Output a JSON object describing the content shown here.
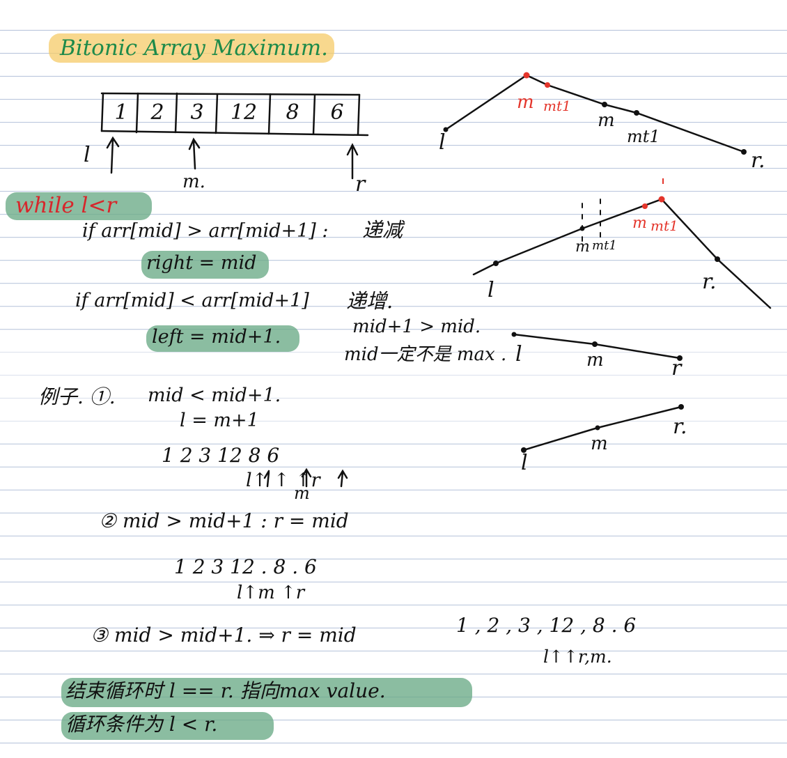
{
  "title": "Bitonic Array Maximum.",
  "array": {
    "cells": [
      "1",
      "2",
      "3",
      "12",
      "8",
      "6"
    ],
    "pointers": {
      "left": "l",
      "mid": "m.",
      "right": "r"
    }
  },
  "code": {
    "while_line": "while l<r",
    "if1": "if arr[mid] > arr[mid+1] :",
    "if1_note": "递减",
    "stmt1": "right = mid",
    "if2": "if arr[mid] < arr[mid+1]",
    "if2_note": "递增.",
    "stmt2": "left = mid+1.",
    "note_line1": "mid+1 > mid.",
    "note_line2": "mid一定不是 max ."
  },
  "graphs": {
    "g1": {
      "left": "l",
      "m_red": "m",
      "mt1_red": "mt1",
      "m": "m",
      "mt1": "mt1",
      "right": "r."
    },
    "g2": {
      "left": "l",
      "m": "m",
      "mt1": "mt1",
      "m_red": "m",
      "mt1_red": "mt1",
      "right": "r."
    },
    "g3": {
      "left": "l",
      "m": "m",
      "right": "r"
    },
    "g4": {
      "left": "l",
      "m": "m",
      "right": "r."
    }
  },
  "example": {
    "label": "例子. ①.",
    "s1_line1": "mid < mid+1.",
    "s1_line2": "l = m+1",
    "s1_array": "1  2  3  12  8  6",
    "s1_pointers": "l↑   ↑   ↑r",
    "s1_m": "m",
    "s2_line": "② mid > mid+1 :    r = mid",
    "s2_array": "1 2 3 12 . 8 . 6",
    "s2_pointers": "l↑m   ↑r",
    "s3_line": "③  mid > mid+1. ⇒  r = mid",
    "s3_array": "1 , 2 , 3 , 12 , 8 . 6",
    "s3_pointers": "l↑↑r,m."
  },
  "conclusion": {
    "line1": "结束循环时 l == r. 指向max value.",
    "line2": "循环条件为 l < r."
  }
}
